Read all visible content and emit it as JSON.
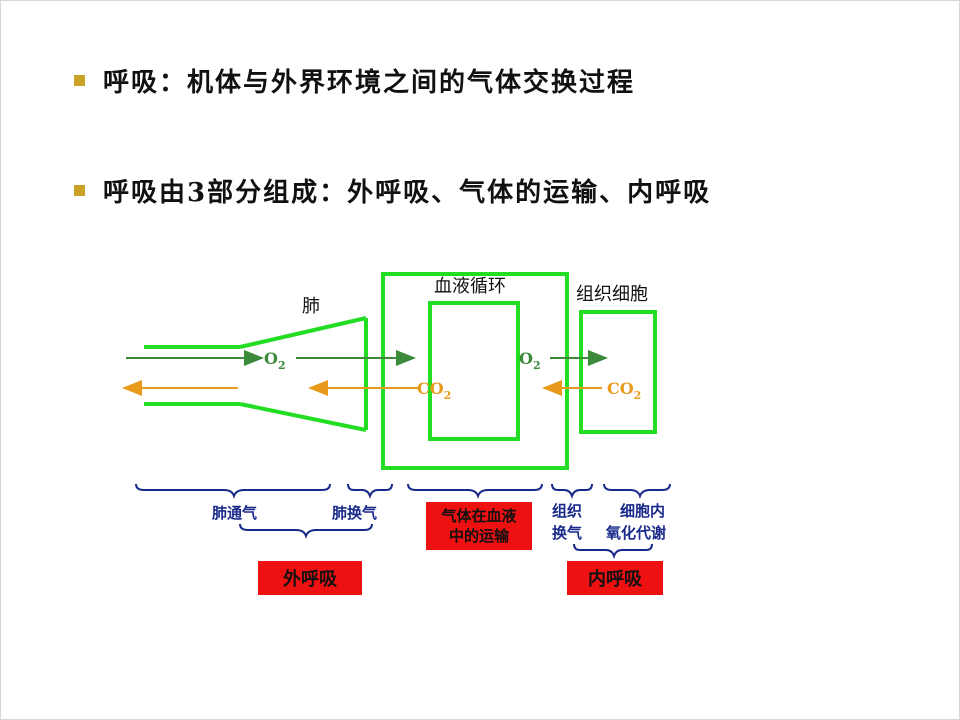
{
  "bullets": [
    "呼吸：机体与外界环境之间的气体交换过程",
    "呼吸由3部分组成：外呼吸、气体的运输、内呼吸"
  ],
  "diagram": {
    "lung_label": "肺",
    "blood_label": "血液循环",
    "tissue_label": "组织细胞",
    "o2_base": "O",
    "o2_sub": "2",
    "co2_base": "CO",
    "co2_sub": "2",
    "brace_labels": {
      "pulmonary_ventilation": "肺通气",
      "lung_gas_exchange": "肺换气",
      "tissue_exchange_line1": "组织",
      "tissue_exchange_line2": "换气",
      "cell_oxidation_line1": "细胞内",
      "cell_oxidation_line2": "氧化代谢"
    },
    "red_boxes": {
      "external_respiration": "外呼吸",
      "transport_line1": "气体在血液",
      "transport_line2": "中的运输",
      "internal_respiration": "内呼吸"
    },
    "colors": {
      "o2_arrow": "#3a8a3a",
      "co2_arrow": "#e89a1a",
      "box_green": "#22dd22",
      "brace_blue": "#1a2a8a",
      "red_box": "#ee1111"
    }
  }
}
